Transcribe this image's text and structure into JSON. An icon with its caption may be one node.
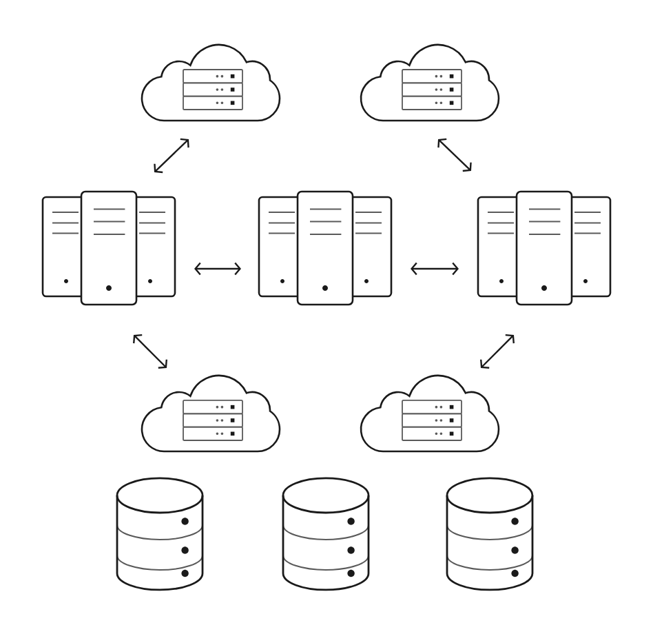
{
  "diagram": {
    "nodes": [
      {
        "text": [],
        "shape": "cloud"
      },
      {
        "text": [],
        "shape": "cloud"
      },
      {
        "text": [],
        "shape": "server"
      },
      {
        "text": [],
        "shape": "server"
      },
      {
        "text": [],
        "shape": "server"
      },
      {
        "text": [],
        "shape": "cloud"
      },
      {
        "text": [],
        "shape": "cloud"
      },
      {
        "text": [],
        "shape": "cylinder"
      },
      {
        "text": [],
        "shape": "cylinder"
      },
      {
        "text": [],
        "shape": "cylinder"
      }
    ],
    "edges": [
      {
        "from": 0,
        "to": 2,
        "arrow": "both"
      },
      {
        "from": 1,
        "to": 4,
        "arrow": "both"
      },
      {
        "from": 2,
        "to": 3,
        "arrow": "both"
      },
      {
        "from": 3,
        "to": 4,
        "arrow": "both"
      },
      {
        "from": 2,
        "to": 5,
        "arrow": "both"
      },
      {
        "from": 4,
        "to": 6,
        "arrow": "both"
      }
    ]
  }
}
